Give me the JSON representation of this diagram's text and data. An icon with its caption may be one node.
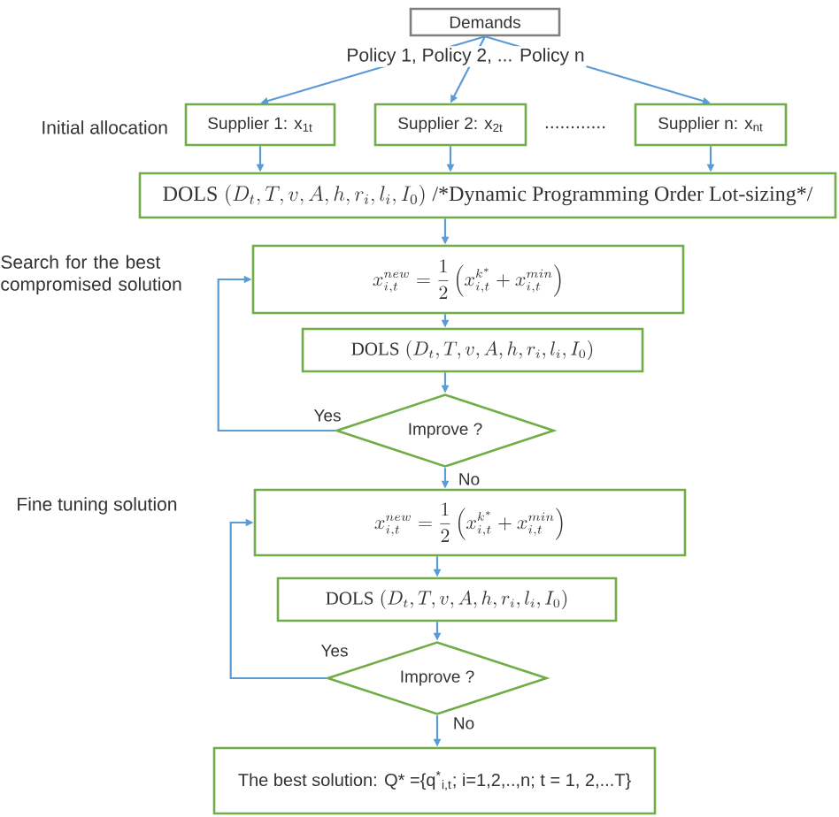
{
  "diagram": {
    "nodes": [
      {
        "text": [
          "Demands"
        ]
      },
      {
        "text": [
          "Supplier 1: x$_{1t}$"
        ]
      },
      {
        "text": [
          "Supplier 2: x$_{2t}$"
        ]
      },
      {
        "text": [
          "Supplier n: x$_{nt}$"
        ]
      },
      {
        "text": [
          "\\mathrm{DOLS}\\;(D_{t}, T, v, A, h, r_{i}, l_{i}, I_{0})\\;\\textrm{/*Dynamic Programming Order Lot-sizing*/}"
        ]
      },
      {
        "text": [
          "x_{i,t}^{new}=\\frac{1}{2}\\left(x_{i,t}^{k^{*}}+x_{i,t}^{min}\\right)"
        ]
      },
      {
        "text": [
          "\\mathrm{DOLS}\\;(D_{t}, T, v, A, h, r_{i}, l_{i}, I_{0})"
        ]
      },
      {
        "text": [
          "Improve ?"
        ]
      },
      {
        "text": [
          "x_{i,t}^{new}=\\frac{1}{2}\\left(x_{i,t}^{k^{*}}+x_{i,t}^{min}\\right)"
        ]
      },
      {
        "text": [
          "\\mathrm{DOLS}\\;(D_{t}, T, v, A, h, r_{i}, l_{i}, I_{0})"
        ]
      },
      {
        "text": [
          "Improve ?"
        ]
      },
      {
        "text": [
          "The best solution: Q* ={q$^{*}$$_{i,t}$; i=1,2,..,n; t = 1, 2,...T}"
        ]
      }
    ],
    "edges": [
      {
        "from": 0,
        "to": 1,
        "arrow": "to"
      },
      {
        "from": 0,
        "to": 2,
        "arrow": "to"
      },
      {
        "from": 0,
        "to": 3,
        "arrow": "to"
      },
      {
        "from": 1,
        "to": 4,
        "arrow": "to"
      },
      {
        "from": 2,
        "to": 4,
        "arrow": "to"
      },
      {
        "from": 3,
        "to": 4,
        "arrow": "to"
      },
      {
        "from": 4,
        "to": 5,
        "arrow": "to"
      },
      {
        "from": 5,
        "to": 6,
        "arrow": "to"
      },
      {
        "from": 6,
        "to": 7,
        "arrow": "to"
      },
      {
        "from": 7,
        "to": 5,
        "arrow": "to",
        "label": "Yes"
      },
      {
        "from": 7,
        "to": 8,
        "arrow": "to",
        "label": "No"
      },
      {
        "from": 8,
        "to": 9,
        "arrow": "to"
      },
      {
        "from": 9,
        "to": 10,
        "arrow": "to"
      },
      {
        "from": 10,
        "to": 8,
        "arrow": "to",
        "label": "Yes"
      },
      {
        "from": 10,
        "to": 11,
        "arrow": "to",
        "label": "No"
      }
    ],
    "labels": [
      "Policy 1, Policy 2, ... Policy n",
      "Initial allocation",
      "............",
      "Search for the best compromised solution",
      "Fine tuning solution"
    ]
  }
}
